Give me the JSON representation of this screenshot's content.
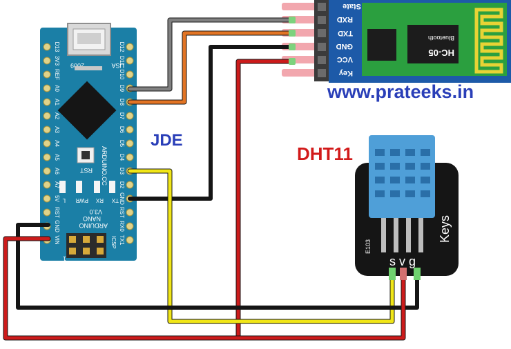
{
  "labels": {
    "jde": "JDE",
    "dht": "DHT11",
    "url": "www.prateeks.in"
  },
  "bluetooth": {
    "pins": [
      "State",
      "RXD",
      "TXD",
      "GND",
      "VCC",
      "Key"
    ],
    "chip_text": "Bluetooth",
    "model": "HC-05"
  },
  "nano": {
    "top_text_left": "2009",
    "top_text_right": "USA",
    "left_pins": [
      "D13",
      "3V3",
      "REF",
      "A0",
      "A1",
      "A2",
      "A3",
      "A4",
      "A5",
      "A6",
      "A7",
      "5V",
      "RST",
      "GND",
      "VIN"
    ],
    "right_pins": [
      "D12",
      "D11",
      "D10",
      "D9",
      "D8",
      "D7",
      "D6",
      "D5",
      "D4",
      "D3",
      "D2",
      "GND",
      "RST",
      "RX0",
      "TX1"
    ],
    "leds": [
      "L",
      "PWR",
      "RX",
      "TX"
    ],
    "rst_label": "RST",
    "brand_lines": [
      "ARDUINO",
      "NANO",
      "V3.0"
    ],
    "side_text": "ARDUINO.CC",
    "icsp": "ICSP",
    "icsp_num": "1"
  },
  "dht11": {
    "pins_text": "s v g",
    "brand": "Keys",
    "code": "E103"
  },
  "colors": {
    "board": "#1b7fa6",
    "wire_gray": "#808080",
    "wire_orange": "#e27424",
    "wire_black": "#151515",
    "wire_red": "#cc1b1b",
    "wire_yellow": "#f1e617",
    "label_blue": "#2a3fb8",
    "label_red": "#d21a1a"
  }
}
